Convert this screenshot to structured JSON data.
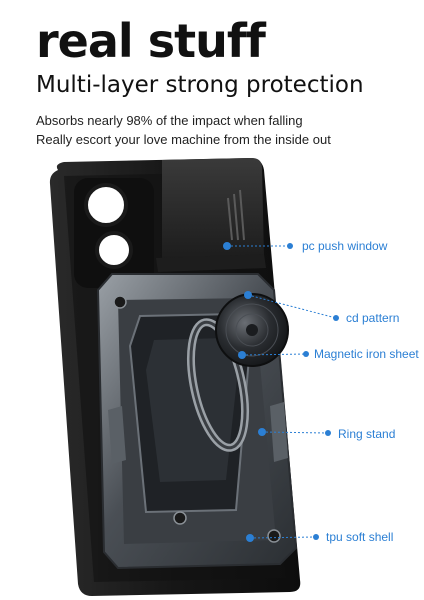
{
  "header": {
    "title": "real stuff",
    "subtitle": "Multi-layer strong protection",
    "lines": [
      "Absorbs nearly 98% of the impact when falling",
      "Really escort your love machine from the inside out"
    ]
  },
  "callouts": [
    {
      "label": "pc push window"
    },
    {
      "label": "cd pattern"
    },
    {
      "label": "Magnetic iron sheet"
    },
    {
      "label": "Ring stand"
    },
    {
      "label": "tpu soft shell"
    }
  ],
  "colors": {
    "accent": "#2b7fd4",
    "text": "#111111",
    "case": "#1c1c1c",
    "armor": "#6d7278"
  }
}
